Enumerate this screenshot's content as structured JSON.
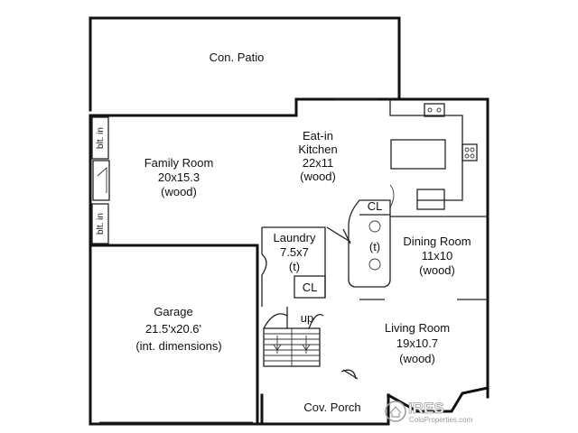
{
  "rooms": {
    "patio": {
      "name": "Con. Patio"
    },
    "family": {
      "name": "Family Room",
      "dims": "20x15.3",
      "floor": "(wood)"
    },
    "kitchen": {
      "name1": "Eat-in",
      "name2": "Kitchen",
      "dims": "22x11",
      "floor": "(wood)"
    },
    "dining": {
      "name": "Dining Room",
      "dims": "11x10",
      "floor": "(wood)"
    },
    "laundry": {
      "name": "Laundry",
      "dims": "7.5x7",
      "note": "(t)"
    },
    "garage": {
      "name": "Garage",
      "dims": "21.5'x20.6'",
      "note": "(int. dimensions)"
    },
    "living": {
      "name": "Living Room",
      "dims": "19x10.7",
      "floor": "(wood)"
    },
    "porch": {
      "name": "Cov. Porch"
    }
  },
  "labels": {
    "closet_upper": "CL",
    "closet_lower": "CL",
    "bath": "(t)",
    "stairs": "up",
    "builtin_top": "blt. in",
    "builtin_bottom": "blt. in"
  },
  "watermark": {
    "brand": "IRES",
    "url": "ColoProperties.com"
  }
}
